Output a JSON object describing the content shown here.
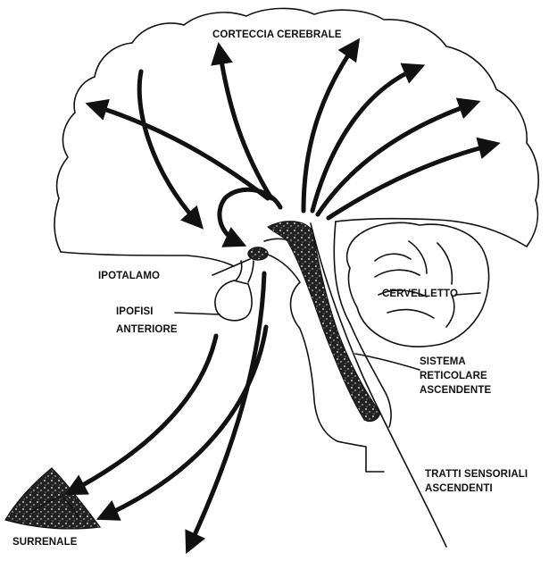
{
  "labels": {
    "cortex": "CORTECCIA CEREBRALE",
    "hypothalamus": "IPOTALAMO",
    "pituitary_line1": "IPOFISI",
    "pituitary_line2": "ANTERIORE",
    "cerebellum": "CERVELLETTO",
    "reticular_line1": "SISTEMA",
    "reticular_line2": "RETICOLARE",
    "reticular_line3": "ASCENDENTE",
    "sensory_line1": "TRATTI SENSORIALI",
    "sensory_line2": "ASCENDENTI",
    "adrenal": "SURRENALE"
  }
}
